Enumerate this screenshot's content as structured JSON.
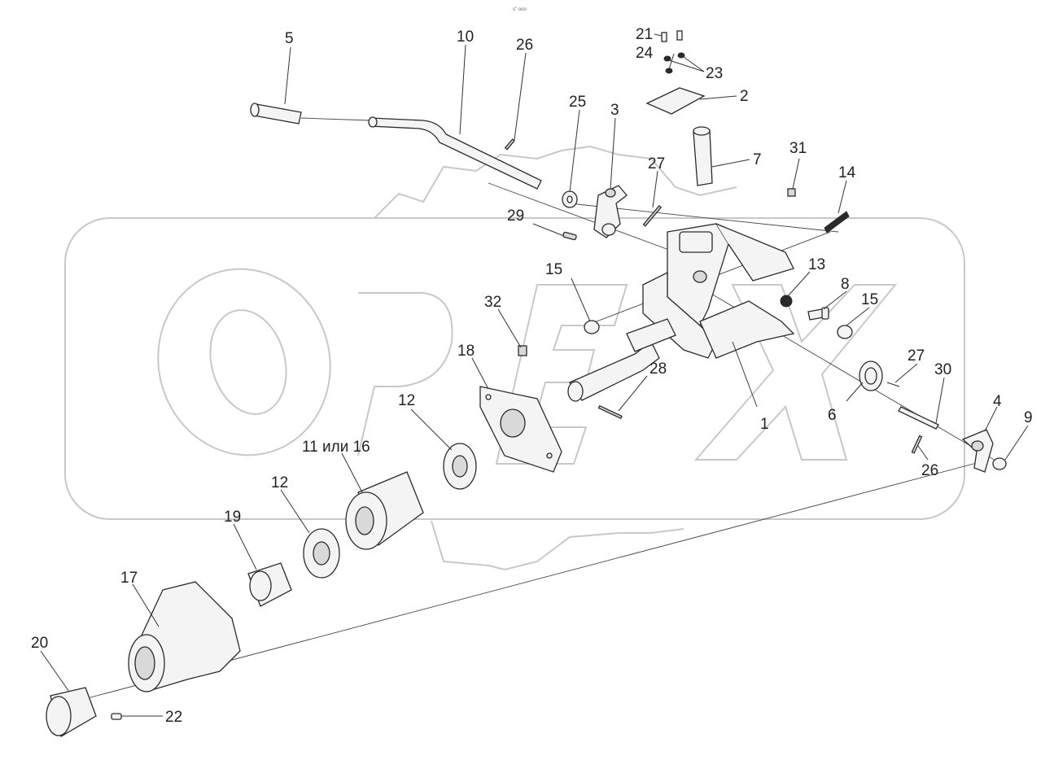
{
  "diagram": {
    "header_mark": "s\" ooo",
    "watermark_text": "OPEX",
    "callouts": [
      {
        "id": "c5",
        "label": "5"
      },
      {
        "id": "c10",
        "label": "10"
      },
      {
        "id": "c26a",
        "label": "26"
      },
      {
        "id": "c21",
        "label": "21"
      },
      {
        "id": "c24",
        "label": "24"
      },
      {
        "id": "c23",
        "label": "23"
      },
      {
        "id": "c2",
        "label": "2"
      },
      {
        "id": "c25",
        "label": "25"
      },
      {
        "id": "c3",
        "label": "3"
      },
      {
        "id": "c7",
        "label": "7"
      },
      {
        "id": "c31",
        "label": "31"
      },
      {
        "id": "c27a",
        "label": "27"
      },
      {
        "id": "c14",
        "label": "14"
      },
      {
        "id": "c29",
        "label": "29"
      },
      {
        "id": "c15a",
        "label": "15"
      },
      {
        "id": "c13",
        "label": "13"
      },
      {
        "id": "c8",
        "label": "8"
      },
      {
        "id": "c15b",
        "label": "15"
      },
      {
        "id": "c32",
        "label": "32"
      },
      {
        "id": "c18",
        "label": "18"
      },
      {
        "id": "c27b",
        "label": "27"
      },
      {
        "id": "c28",
        "label": "28"
      },
      {
        "id": "c30",
        "label": "30"
      },
      {
        "id": "c12a",
        "label": "12"
      },
      {
        "id": "c1",
        "label": "1"
      },
      {
        "id": "c6",
        "label": "6"
      },
      {
        "id": "c4",
        "label": "4"
      },
      {
        "id": "c9",
        "label": "9"
      },
      {
        "id": "c11",
        "label": "11 или 16"
      },
      {
        "id": "c26b",
        "label": "26"
      },
      {
        "id": "c12b",
        "label": "12"
      },
      {
        "id": "c19",
        "label": "19"
      },
      {
        "id": "c17",
        "label": "17"
      },
      {
        "id": "c20",
        "label": "20"
      },
      {
        "id": "c22",
        "label": "22"
      }
    ]
  }
}
